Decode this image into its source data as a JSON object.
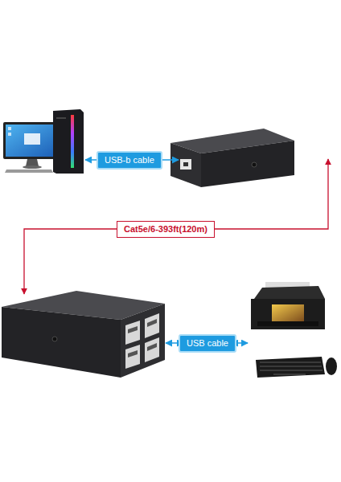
{
  "diagram": {
    "nodes": [
      {
        "text": [
          "USB-b cable"
        ]
      },
      {
        "text": [
          "Cat5e/6-393ft(120m)"
        ]
      },
      {
        "text": [
          "USB cable"
        ]
      }
    ]
  }
}
